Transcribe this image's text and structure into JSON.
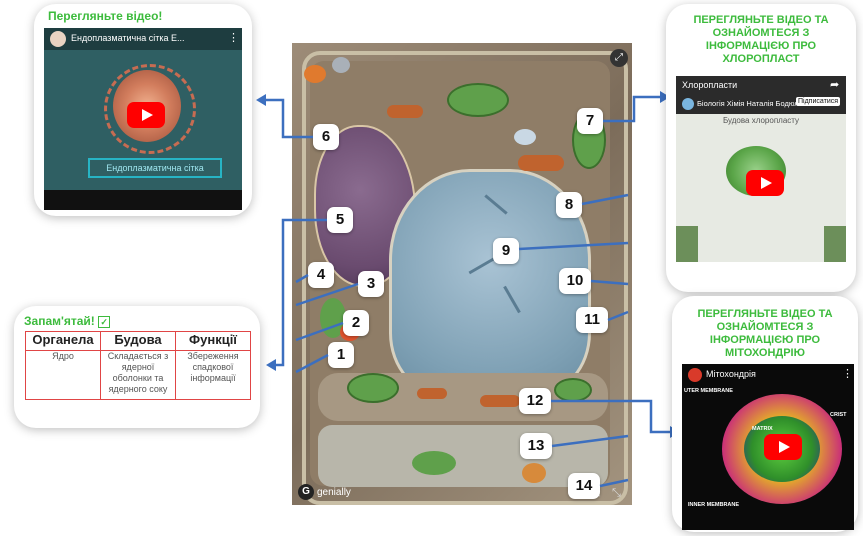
{
  "top_left_card": {
    "heading": "Перегляньте відео!",
    "video_title": "Ендоплазматична сітка Е...",
    "caption": "Ендоплазматична сітка"
  },
  "right_top_card": {
    "heading": "ПЕРЕГЛЯНЬТЕ ВІДЕО ТА ОЗНАЙОМТЕСЯ З ІНФОРМАЦІЄЮ ПРО ХЛОРОПЛАСТ",
    "video_title": "Хлоропласти",
    "channel": "Біологія Хімія Наталія Бодюл",
    "subscribe": "Підписатися",
    "slide_text": "Будова хлоропласту"
  },
  "right_bottom_card": {
    "heading": "ПЕРЕГЛЯНЬТЕ ВІДЕО ТА ОЗНАЙОМТЕСЯ З ІНФОРМАЦІЄЮ ПРО МІТОХОНДРІЮ",
    "video_title": "Мітохондрія",
    "labels": {
      "outer": "UTER MEMBRANE",
      "matrix": "MATRIX",
      "cristae": "CRIST",
      "inner": "INNER MEMBRANE"
    }
  },
  "remember_card": {
    "heading": "Запам'ятай!",
    "columns": [
      "Органела",
      "Будова",
      "Функції"
    ],
    "row": {
      "organelle": "Ядро",
      "structure": "Складається з ядерної оболонки та ядерного соку",
      "function": "Збереження спадкової інформації"
    }
  },
  "markers": [
    "1",
    "2",
    "3",
    "4",
    "5",
    "6",
    "7",
    "8",
    "9",
    "10",
    "11",
    "12",
    "13",
    "14"
  ],
  "brand": "genially",
  "colors": {
    "accent_green": "#3dbb3d",
    "line_blue": "#3c6fbf",
    "youtube_red": "#ff0000",
    "table_red": "#e04545"
  }
}
